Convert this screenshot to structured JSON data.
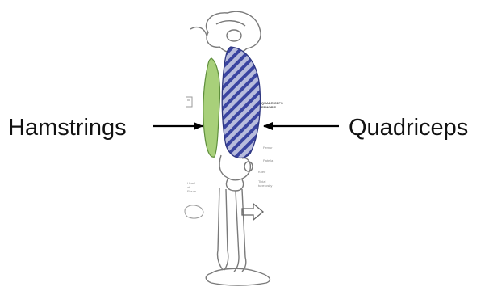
{
  "labels": {
    "hamstrings": "Hamstrings",
    "quadriceps": "Quadriceps"
  },
  "small_text": {
    "quad_heading": "QUADRICEPS\nFEMORIS",
    "femur": "Femur",
    "patella": "Patella",
    "knee": "Knee",
    "tibial_tuberosity": "Tibial\ntuberosity",
    "head_of_fibula": "Head\nof\nFibula"
  },
  "colors": {
    "hamstrings_fill": "#a8d07a",
    "quadriceps_fill": "#b8bcdc",
    "quadriceps_stripes": "#3a44a0",
    "bone_line": "#7a7a7a",
    "arrow": "#000000"
  }
}
